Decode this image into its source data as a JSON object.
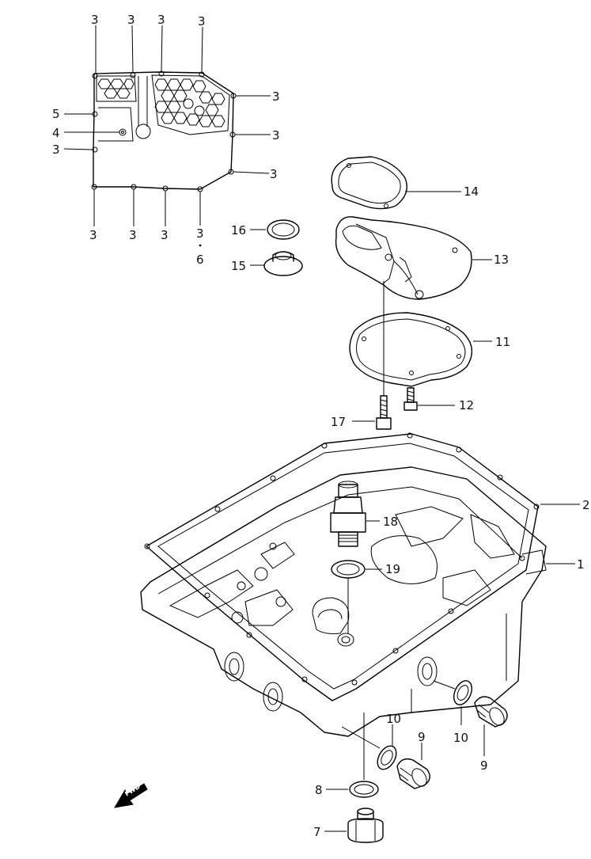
{
  "callouts": {
    "c1": "1",
    "c2": "2",
    "c3": "3",
    "c4": "4",
    "c5": "5",
    "c6": "6",
    "c7": "7",
    "c8": "8",
    "c9": "9",
    "c10": "10",
    "c11": "11",
    "c12": "12",
    "c13": "13",
    "c14": "14",
    "c15": "15",
    "c16": "16",
    "c17": "17",
    "c18": "18",
    "c19": "19"
  },
  "direction_marker": {
    "text": "FWD",
    "icon": "forward-arrow-icon"
  },
  "colors": {
    "line": "#000000",
    "background": "#ffffff"
  }
}
